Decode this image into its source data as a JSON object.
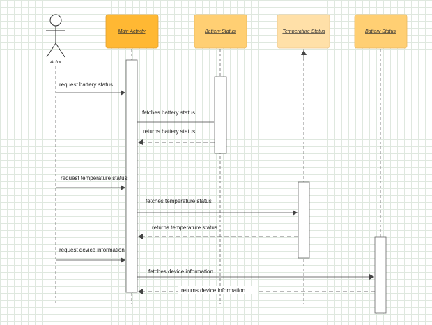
{
  "actor": {
    "label": "Actor"
  },
  "participants": [
    {
      "id": "main",
      "label": "Main Activity",
      "color": "#ffb833"
    },
    {
      "id": "battery1",
      "label": "Battery Status",
      "color": "#ffcf73"
    },
    {
      "id": "temperature",
      "label": "Temperature Status",
      "color": "#ffe0a8"
    },
    {
      "id": "battery2",
      "label": "Battery Status",
      "color": "#ffcf73"
    }
  ],
  "messages": [
    {
      "label": "request battery status",
      "kind": "sync"
    },
    {
      "label": "fetches battery status",
      "kind": "sync"
    },
    {
      "label": "returns battery status",
      "kind": "return"
    },
    {
      "label": "request temperature status",
      "kind": "sync"
    },
    {
      "label": "fetches temperature status",
      "kind": "sync"
    },
    {
      "label": "returns temperature status",
      "kind": "return"
    },
    {
      "label": "request device information",
      "kind": "sync"
    },
    {
      "label": "fetches device information",
      "kind": "sync"
    },
    {
      "label": "returns device information",
      "kind": "return"
    }
  ]
}
